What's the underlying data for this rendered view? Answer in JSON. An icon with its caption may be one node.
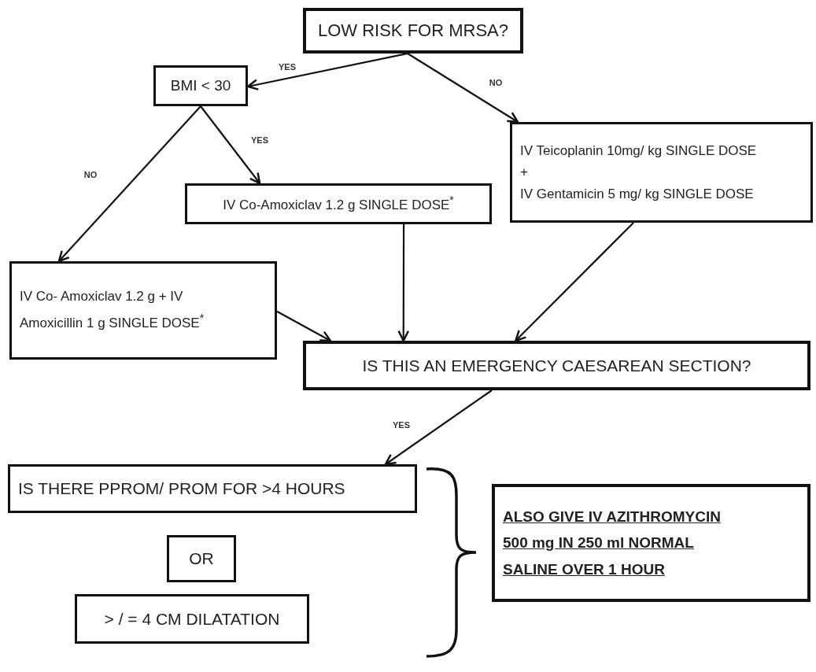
{
  "diagram": {
    "nodes": [
      {
        "text": [
          "LOW RISK FOR MRSA?"
        ]
      },
      {
        "text": [
          "BMI < 30"
        ]
      },
      {
        "text": [
          "IV Teicoplanin 10mg/ kg SINGLE DOSE",
          "+",
          "IV Gentamicin 5 mg/ kg SINGLE DOSE"
        ]
      },
      {
        "text": [
          "IV Co-Amoxiclav 1.2 g SINGLE DOSE$^{*}$"
        ]
      },
      {
        "text": [
          "IV Co- Amoxiclav 1.2 g + IV Amoxicillin 1 g SINGLE DOSE$^{*}$"
        ]
      },
      {
        "text": [
          "IS THIS AN EMERGENCY CAESAREAN SECTION?"
        ]
      },
      {
        "text": [
          "IS THERE PPROM/ PROM FOR >4 HOURS"
        ]
      },
      {
        "text": [
          "OR"
        ]
      },
      {
        "text": [
          "> / = 4 CM DILATATION"
        ]
      },
      {
        "text": [
          "ALSO GIVE IV AZITHROMYCIN 500 mg IN 250 ml NORMAL SALINE OVER 1 HOUR"
        ]
      }
    ],
    "edges": [
      {
        "from": 0,
        "to": 1,
        "arrow": "to",
        "label": "YES"
      },
      {
        "from": 0,
        "to": 2,
        "arrow": "to",
        "label": "NO"
      },
      {
        "from": 1,
        "to": 4,
        "arrow": "to",
        "label": "NO"
      },
      {
        "from": 1,
        "to": 3,
        "arrow": "to",
        "label": "YES"
      },
      {
        "from": 3,
        "to": 5,
        "arrow": "to"
      },
      {
        "from": 2,
        "to": 5,
        "arrow": "to"
      },
      {
        "from": 4,
        "to": 5,
        "arrow": "to"
      },
      {
        "from": 5,
        "to": 6,
        "arrow": "to",
        "label": "YES"
      }
    ]
  }
}
